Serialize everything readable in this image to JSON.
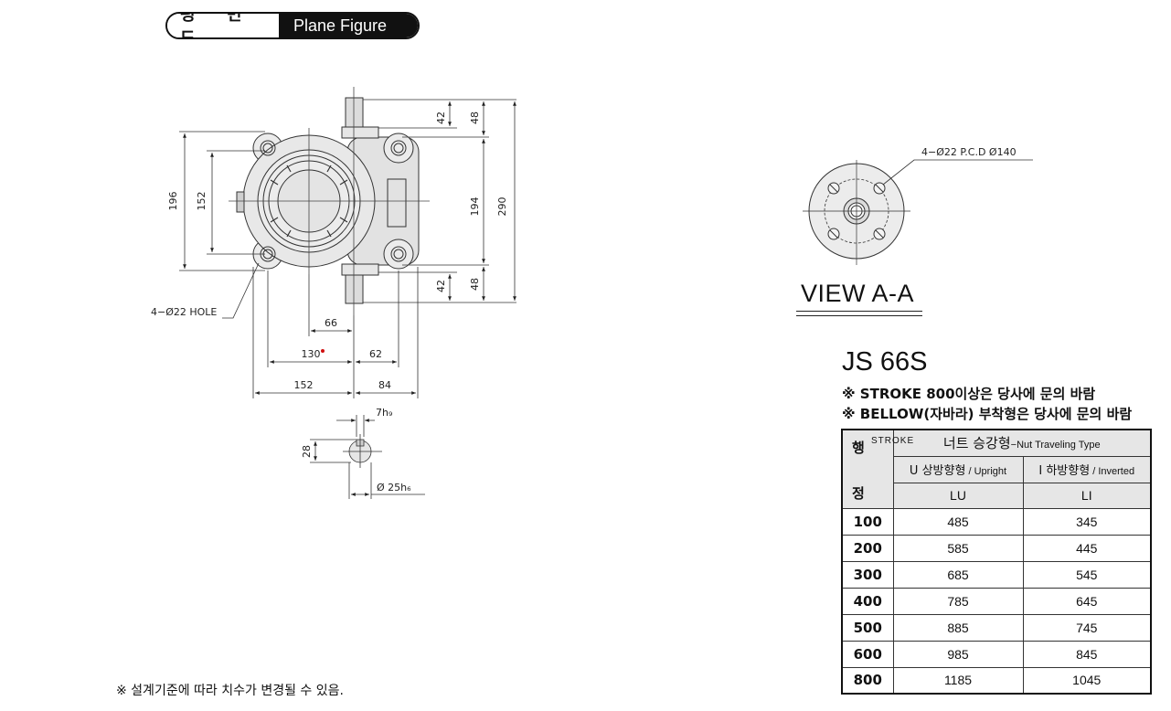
{
  "header": {
    "korean_label": "평 면 도",
    "english_label": "Plane Figure"
  },
  "plan_dimensions": {
    "height_outer": "196",
    "height_inner": "152",
    "shaft_top_short": "42",
    "shaft_top_long": "48",
    "height_194": "194",
    "height_290": "290",
    "shaft_bottom_short": "42",
    "shaft_bottom_long": "48",
    "hole_label": "4−Ø22 HOLE",
    "offset_66": "66",
    "width_130": "130",
    "width_62": "62",
    "width_152": "152",
    "width_84": "84"
  },
  "key_detail": {
    "key_width": "7h₉",
    "key_height": "28",
    "shaft_dia": "Ø 25h₆"
  },
  "view_aa": {
    "pcd_label": "4−Ø22  P.C.D Ø140",
    "title": "VIEW A-A"
  },
  "model": {
    "name": "JS 66S",
    "note1": "※ STROKE 800이상은 당사에 문의 바람",
    "note2": "※ BELLOW(자바라) 부착형은 당사에 문의 바람"
  },
  "table": {
    "stroke_ko_top": "행",
    "stroke_ko_bottom": "정",
    "stroke_en": "STROKE",
    "nut_header_ko": "너트 승강형",
    "nut_header_en": "−Nut Traveling Type",
    "col_u_ko": "U 상방향형",
    "col_u_en": " / Upright",
    "col_i_ko": "I 하방향형",
    "col_i_en": " / Inverted",
    "col_lu": "LU",
    "col_li": "LI",
    "rows": [
      {
        "stroke": "100",
        "lu": "485",
        "li": "345"
      },
      {
        "stroke": "200",
        "lu": "585",
        "li": "445"
      },
      {
        "stroke": "300",
        "lu": "685",
        "li": "545"
      },
      {
        "stroke": "400",
        "lu": "785",
        "li": "645"
      },
      {
        "stroke": "500",
        "lu": "885",
        "li": "745"
      },
      {
        "stroke": "600",
        "lu": "985",
        "li": "845"
      },
      {
        "stroke": "800",
        "lu": "1185",
        "li": "1045"
      }
    ]
  },
  "footnote": "※ 설계기준에 따라 치수가 변경될 수 있음."
}
